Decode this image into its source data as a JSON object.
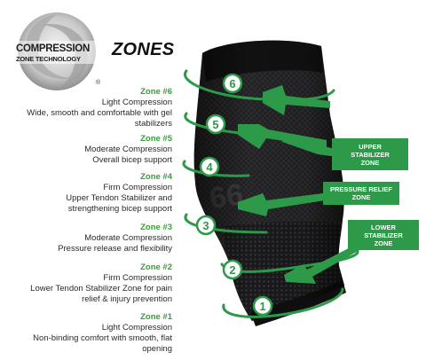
{
  "logo": {
    "line1": "COMPRESSION",
    "line2": "ZONE TECHNOLOGY",
    "reg": "®"
  },
  "title": "ZONES",
  "zones": [
    {
      "title": "Zone #6",
      "lines": [
        "Light Compression",
        "Wide, smooth and comfortable with gel",
        "stabilizers"
      ]
    },
    {
      "title": "Zone #5",
      "lines": [
        "Moderate Compression",
        "Overall bicep support"
      ]
    },
    {
      "title": "Zone #4",
      "lines": [
        "Firm Compression",
        "Upper Tendon Stabilizer and",
        "strengthening bicep support"
      ]
    },
    {
      "title": "Zone #3",
      "lines": [
        "Moderate Compression",
        "Pressure release and flexibility"
      ]
    },
    {
      "title": "Zone #2",
      "lines": [
        "Firm Compression",
        "Lower Tendon Stabilizer Zone for pain",
        "relief & injury prevention"
      ]
    },
    {
      "title": "Zone #1",
      "lines": [
        "Light Compression",
        "Non-binding comfort with smooth, flat",
        "opening"
      ]
    }
  ],
  "badges": [
    "6",
    "5",
    "4",
    "3",
    "2",
    "1"
  ],
  "side_labels": {
    "upper": [
      "UPPER",
      "STABILIZER",
      "ZONE"
    ],
    "pressure": [
      "PRESSURE RELIEF",
      "ZONE"
    ],
    "lower": [
      "LOWER",
      "STABILIZER",
      "ZONE"
    ]
  },
  "colors": {
    "accent_green": "#2d9a4a",
    "zone_title_green": "#3a9c3a",
    "sleeve_dark": "#1c1c1e"
  }
}
